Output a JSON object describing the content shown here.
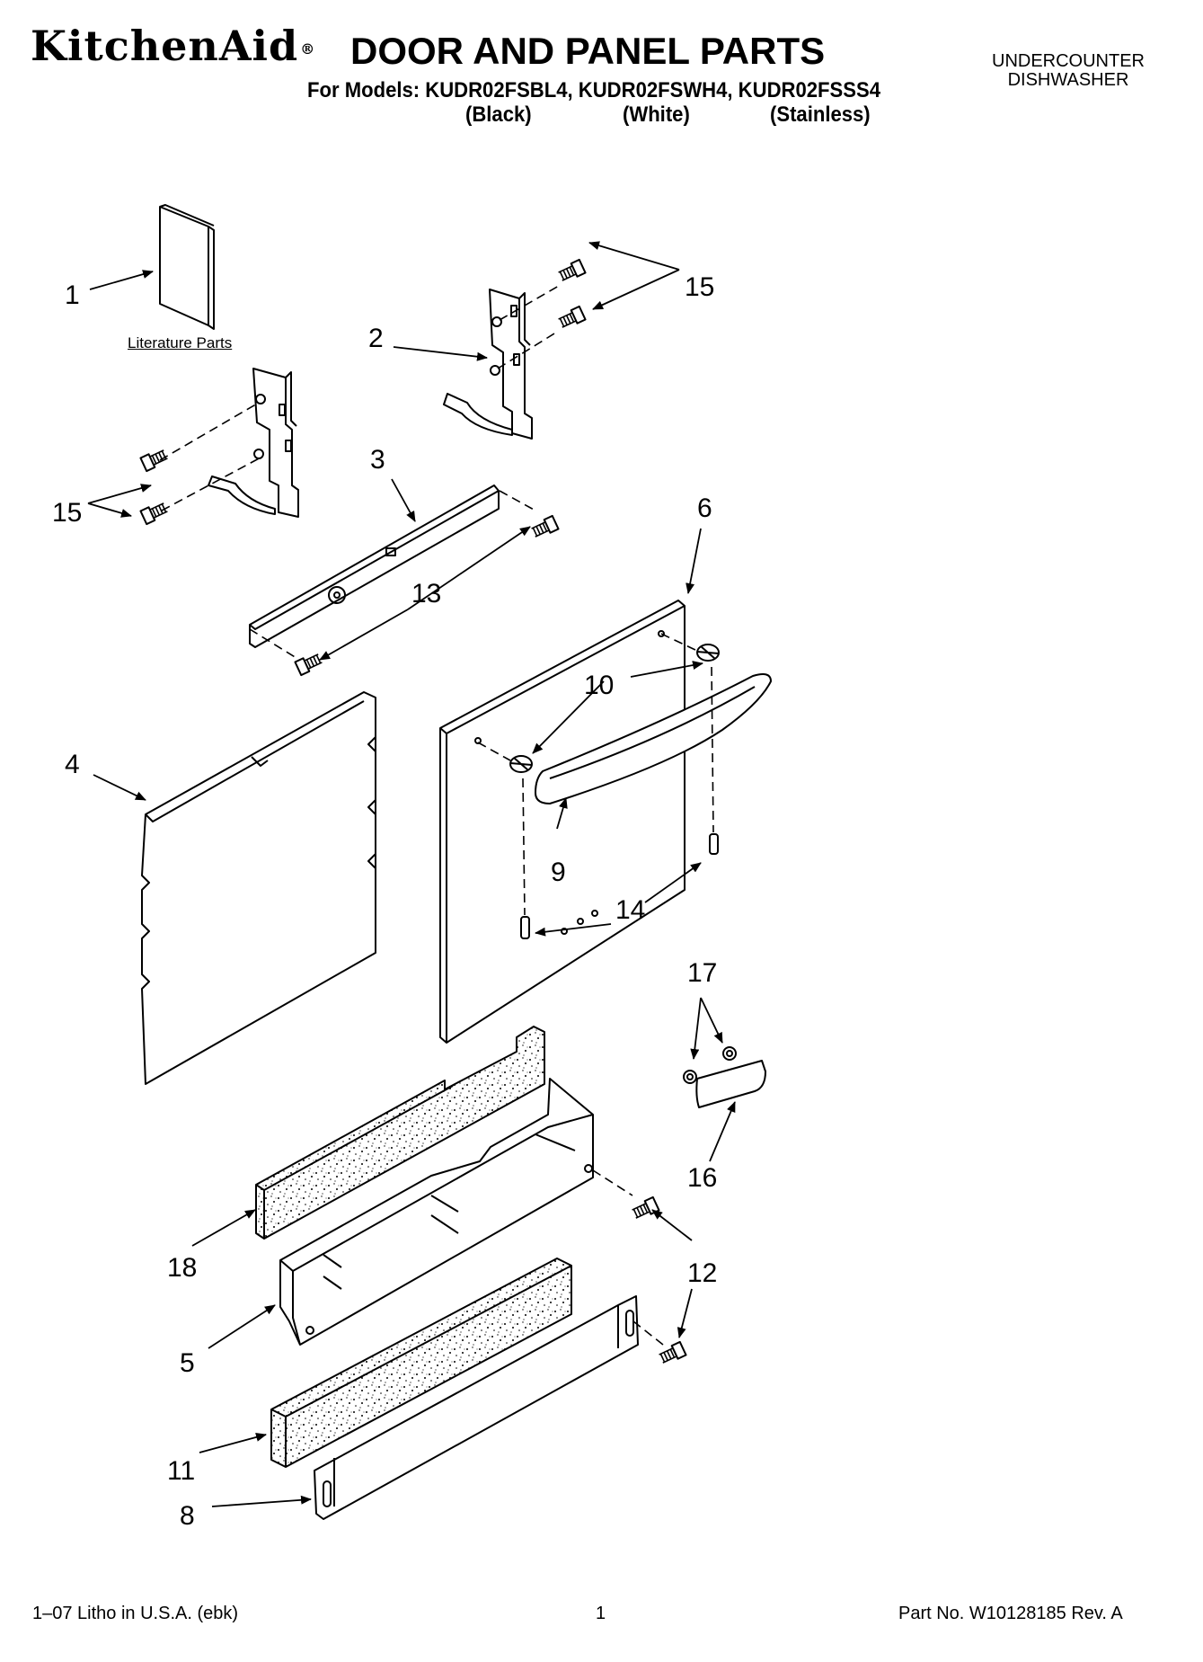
{
  "header": {
    "brand": "KitchenAid",
    "brand_mark": "®",
    "title": "DOOR AND PANEL PARTS",
    "models_line": "For Models: KUDR02FSBL4, KUDR02FSWH4, KUDR02FSSS4",
    "variants": [
      "(Black)",
      "(White)",
      "(Stainless)"
    ],
    "category": [
      "UNDERCOUNTER",
      "DISHWASHER"
    ]
  },
  "diagram": {
    "literature_label": "Literature Parts",
    "callouts": [
      "1",
      "2",
      "15",
      "15",
      "3",
      "13",
      "6",
      "10",
      "4",
      "9",
      "14",
      "17",
      "16",
      "18",
      "12",
      "5",
      "11",
      "8"
    ]
  },
  "footer": {
    "litho": "1–07 Litho in U.S.A. (ebk)",
    "page": "1",
    "part_no": "Part No. W10128185 Rev. A"
  }
}
